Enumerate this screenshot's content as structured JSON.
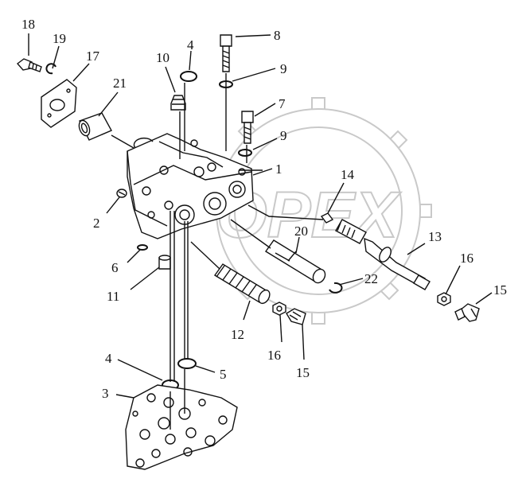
{
  "watermark": "OPEX",
  "callouts": [
    {
      "id": "c18",
      "text": "18"
    },
    {
      "id": "c19",
      "text": "19"
    },
    {
      "id": "c17",
      "text": "17"
    },
    {
      "id": "c21",
      "text": "21"
    },
    {
      "id": "c10",
      "text": "10"
    },
    {
      "id": "c4a",
      "text": "4"
    },
    {
      "id": "c8",
      "text": "8"
    },
    {
      "id": "c9a",
      "text": "9"
    },
    {
      "id": "c7",
      "text": "7"
    },
    {
      "id": "c9b",
      "text": "9"
    },
    {
      "id": "c1",
      "text": "1"
    },
    {
      "id": "c14",
      "text": "14"
    },
    {
      "id": "c2",
      "text": "2"
    },
    {
      "id": "c20",
      "text": "20"
    },
    {
      "id": "c13",
      "text": "13"
    },
    {
      "id": "c6",
      "text": "6"
    },
    {
      "id": "c16a",
      "text": "16"
    },
    {
      "id": "c15a",
      "text": "15"
    },
    {
      "id": "c11",
      "text": "11"
    },
    {
      "id": "c22",
      "text": "22"
    },
    {
      "id": "c12",
      "text": "12"
    },
    {
      "id": "c16b",
      "text": "16"
    },
    {
      "id": "c15b",
      "text": "15"
    },
    {
      "id": "c4b",
      "text": "4"
    },
    {
      "id": "c5",
      "text": "5"
    },
    {
      "id": "c3",
      "text": "3"
    }
  ]
}
